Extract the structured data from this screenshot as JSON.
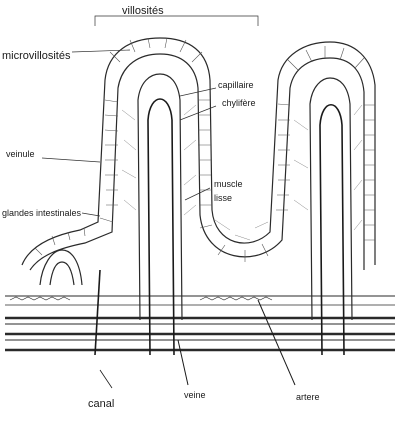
{
  "diagram": {
    "labels": {
      "villosites": "villosités",
      "microvillosites": "microvillosités",
      "capillaire": "capillaire",
      "chylifere": "chylifère",
      "veinule": "veinule",
      "muscle": "muscle",
      "lisse": "lisse",
      "glandes": "glandes intestinales",
      "canal": "canal",
      "veine": "veine",
      "artere": "artere"
    }
  }
}
